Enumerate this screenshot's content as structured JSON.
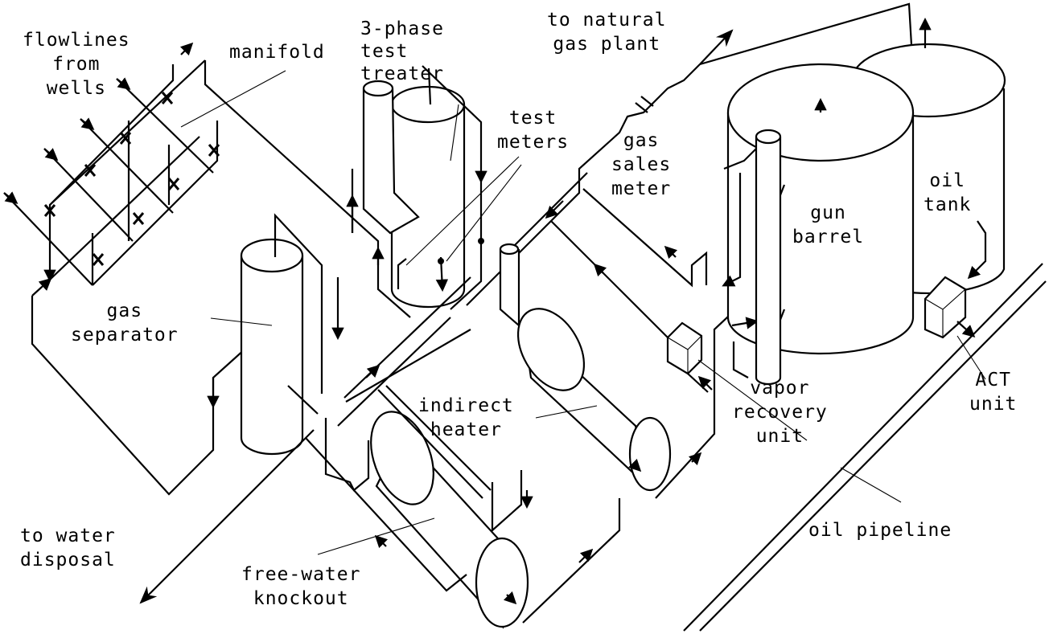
{
  "labels": {
    "flowlines": "flowlines\nfrom\nwells",
    "manifold": "manifold",
    "test_treater": "3-phase\ntest\ntreater",
    "test_meters": "test\nmeters",
    "natural_gas_plant": "to natural\ngas plant",
    "gas_sales_meter": "gas\nsales\nmeter",
    "gun_barrel": "gun\nbarrel",
    "oil_tank": "oil\ntank",
    "gas_separator": "gas\nseparator",
    "indirect_heater": "indirect\nheater",
    "vapor_recovery": "vapor\nrecovery\nunit",
    "act_unit": "ACT\nunit",
    "water_disposal": "to water\ndisposal",
    "free_water_knockout": "free-water\nknockout",
    "oil_pipeline": "oil pipeline"
  }
}
